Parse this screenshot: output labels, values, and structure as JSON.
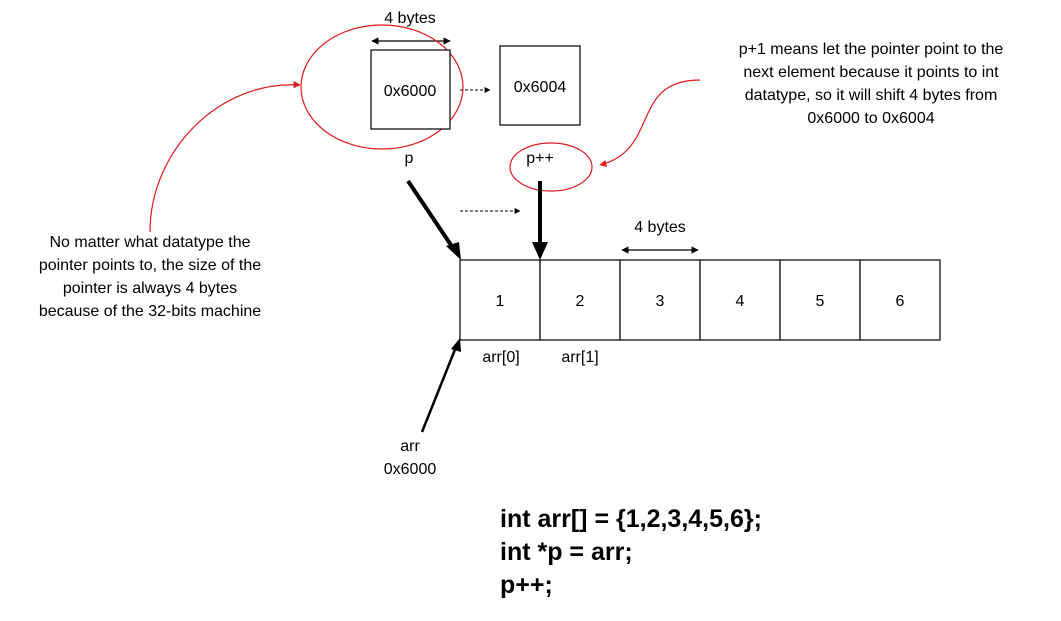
{
  "colors": {
    "ink": "#000000",
    "accent": "#e3191c",
    "background": "#ffffff"
  },
  "pointer_box": {
    "size_label": "4 bytes",
    "address": "0x6000",
    "name": "p"
  },
  "next_box": {
    "address": "0x6004",
    "name": "p++"
  },
  "array": {
    "cells": [
      "1",
      "2",
      "3",
      "4",
      "5",
      "6"
    ],
    "index_labels": [
      "arr[0]",
      "arr[1]"
    ],
    "element_size_label": "4 bytes",
    "name": "arr",
    "address": "0x6000"
  },
  "notes": {
    "right": [
      "p+1 means let the pointer point to the",
      "next element because it points to int",
      "datatype, so it will shift 4 bytes from",
      "0x6000 to 0x6004"
    ],
    "left": [
      "No matter what datatype the",
      "pointer points to, the size of the",
      "pointer is always 4 bytes",
      "because of the 32-bits machine"
    ]
  },
  "code": [
    "int arr[] = {1,2,3,4,5,6};",
    "int *p = arr;",
    "p++;"
  ]
}
